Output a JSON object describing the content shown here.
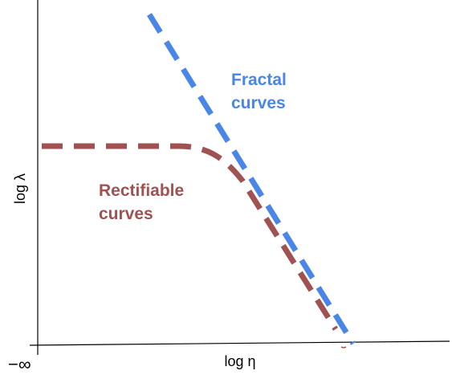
{
  "axes": {
    "x_label": "log η",
    "y_label": "log λ",
    "origin_label": "−∞",
    "axis_color": "#000000"
  },
  "curves": {
    "fractal": {
      "label_line1": "Fractal",
      "label_line2": "curves",
      "color": "#4a86e8"
    },
    "rectifiable": {
      "label_line1": "Rectifiable",
      "label_line2": "curves",
      "color": "#a05252"
    }
  }
}
